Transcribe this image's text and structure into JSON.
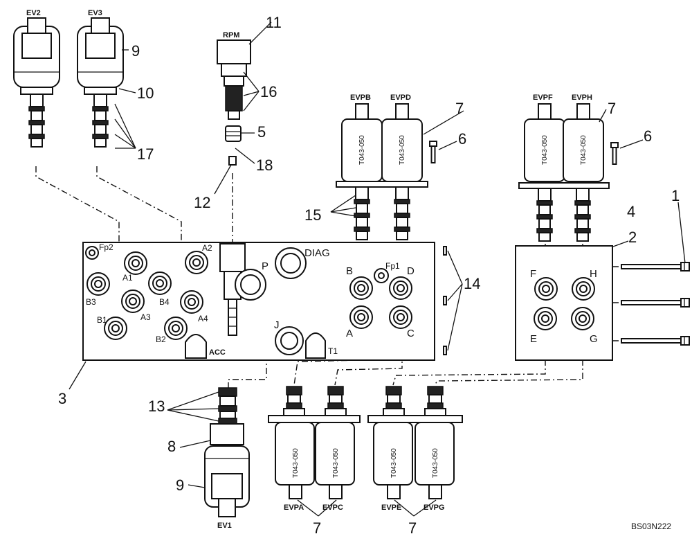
{
  "solenoids": {
    "ev2": "EV2",
    "ev3": "EV3",
    "ev1": "EV1",
    "rpm": "RPM"
  },
  "valves": {
    "evpb": "EVPB",
    "evpd": "EVPD",
    "evpf": "EVPF",
    "evph": "EVPH",
    "evpa": "EVPA",
    "evpc": "EVPC",
    "evpe": "EVPE",
    "evpg": "EVPG",
    "body_code": "T043-050"
  },
  "ports": {
    "fp2": "Fp2",
    "fp1": "Fp1",
    "a1": "A1",
    "a2": "A2",
    "a3": "A3",
    "a4": "A4",
    "b1": "B1",
    "b2": "B2",
    "b3": "B3",
    "b4": "B4",
    "p": "P",
    "diag": "DIAG",
    "j": "J",
    "t1": "T1",
    "acc": "ACC",
    "a": "A",
    "b": "B",
    "c": "C",
    "d": "D",
    "e": "E",
    "f": "F",
    "g": "G",
    "h": "H"
  },
  "callouts": {
    "n1": "1",
    "n2": "2",
    "n3": "3",
    "n4": "4",
    "n5": "5",
    "n6": "6",
    "n7": "7",
    "n8": "8",
    "n9": "9",
    "n10": "10",
    "n11": "11",
    "n12": "12",
    "n13": "13",
    "n14": "14",
    "n15": "15",
    "n16": "16",
    "n17": "17",
    "n18": "18"
  },
  "drawing_ref": "BS03N222"
}
